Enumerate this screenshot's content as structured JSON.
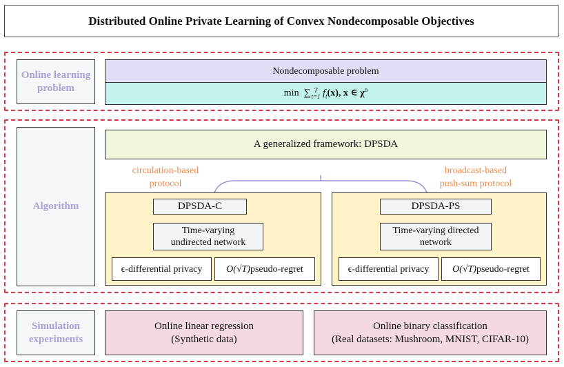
{
  "title": "Distributed Online Private Learning of Convex Nondecomposable Objectives",
  "sections": {
    "online_learning": {
      "label_line1": "Online learning",
      "label_line2": "problem",
      "problem_name": "Nondecomposable problem",
      "formula": {
        "min": "min",
        "sum": "∑",
        "sum_upper": "T",
        "sum_lower": "t=1",
        "f": "f",
        "f_sub": "t",
        "arg": "(x), x ∈ χ",
        "superscript": "n"
      }
    },
    "algorithm": {
      "label": "Algorithm",
      "framework": "A generalized framework: DPSDA",
      "left_protocol_line1": "circulation-based",
      "left_protocol_line2": "protocol",
      "right_protocol_line1": "broadcast-based",
      "right_protocol_line2": "push-sum protocol",
      "left": {
        "name": "DPSDA-C",
        "network_line1": "Time-varying",
        "network_line2": "undirected network",
        "privacy": "ϵ-differential privacy",
        "regret_prefix": "O(√T)",
        "regret_suffix": "pseudo-regret"
      },
      "right": {
        "name": "DPSDA-PS",
        "network_line1": "Time-varying directed",
        "network_line2": "network",
        "privacy": "ϵ-differential privacy",
        "regret_prefix": "O(√T)",
        "regret_suffix": "pseudo-regret"
      }
    },
    "simulation": {
      "label_line1": "Simulation",
      "label_line2": "experiments",
      "left_title": "Online linear regression",
      "left_sub": "(Synthetic data)",
      "right_title": "Online binary classification",
      "right_sub": "(Real datasets: Mushroom, MNIST, CIFAR-10)"
    }
  },
  "colors": {
    "dashed_border": "#d23a48",
    "side_label_text": "#a9a3d6",
    "protocol_text": "#ec8a4f",
    "lavender": "#e3dcf7",
    "cyan": "#c3f2ea",
    "green": "#eef7dc",
    "yellow": "#fff3c7",
    "pink": "#f4d9e5"
  }
}
